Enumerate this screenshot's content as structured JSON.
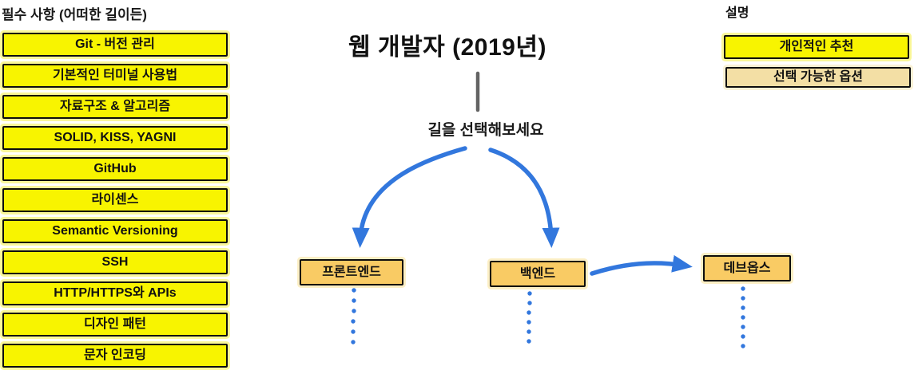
{
  "title": "웹 개발자 (2019년)",
  "colors": {
    "background": "#ffffff",
    "required_box_yellow": "#f8f400",
    "option_box_orange": "#f9cb64",
    "legend_option_wheat": "#f3dfa5",
    "arrow_blue": "#3277dd",
    "stem_gray": "#646464",
    "border_black": "#0d0d0d"
  },
  "left_column": {
    "header": "필수 사항 (어떠한 길이든)",
    "items": [
      "Git - 버전 관리",
      "기본적인 터미널 사용법",
      "자료구조 & 알고리즘",
      "SOLID, KISS, YAGNI",
      "GitHub",
      "라이센스",
      "Semantic Versioning",
      "SSH",
      "HTTP/HTTPS와 APIs",
      "디자인 패턴",
      "문자 인코딩"
    ]
  },
  "center": {
    "prompt": "길을 선택해보세요",
    "nodes": {
      "frontend": "프론트엔드",
      "backend": "백엔드",
      "devops": "데브옵스"
    }
  },
  "legend": {
    "header": "설명",
    "recommendation": "개인적인 추천",
    "option": "선택 가능한 옵션"
  }
}
